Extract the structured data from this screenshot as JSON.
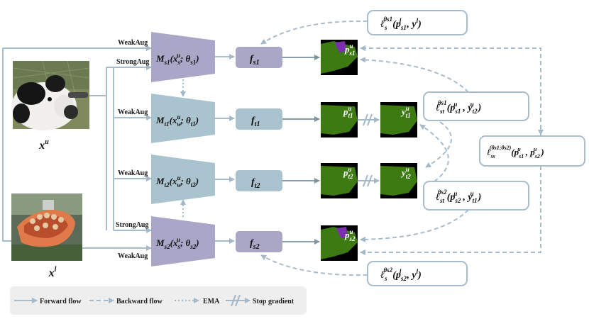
{
  "inputs": {
    "unlabeled_label": "x",
    "unlabeled_sup": "u",
    "labeled_label": "x",
    "labeled_sup": "l"
  },
  "augs": {
    "weak": "WeakAug",
    "strong": "StrongAug"
  },
  "models": {
    "ms1": {
      "main": "M",
      "sub": "s1",
      "args": "(x",
      "argsub": "s",
      "argsup": "u",
      "rest": "; θ",
      "thetasub": "s1",
      "close": ")"
    },
    "mt1": {
      "main": "M",
      "sub": "t1",
      "args": "(x",
      "argsub": "w",
      "argsup": "u",
      "rest": "; θ",
      "thetasub": "t1",
      "close": ")"
    },
    "mt2": {
      "main": "M",
      "sub": "t2",
      "args": "(x",
      "argsub": "w",
      "argsup": "u",
      "rest": "; θ",
      "thetasub": "t2",
      "close": ")"
    },
    "ms2": {
      "main": "M",
      "sub": "s2",
      "args": "(x",
      "argsub": "s",
      "argsup": "u",
      "rest": "; θ",
      "thetasub": "s2",
      "close": ")"
    }
  },
  "heads": {
    "fs1": {
      "main": "f",
      "sub": "s1"
    },
    "ft1": {
      "main": "f",
      "sub": "t1"
    },
    "ft2": {
      "main": "f",
      "sub": "t2"
    },
    "fs2": {
      "main": "f",
      "sub": "s2"
    }
  },
  "preds": {
    "ps1u": {
      "main": "p",
      "sup": "u",
      "sub": "s1"
    },
    "pt1u": {
      "main": "p",
      "sup": "u",
      "sub": "t1"
    },
    "yt1u": {
      "main": "y",
      "sup": "u",
      "sub": "t1"
    },
    "pt2u": {
      "main": "p",
      "sup": "u",
      "sub": "t2"
    },
    "yt2u": {
      "main": "y",
      "sup": "u",
      "sub": "t2"
    },
    "ps2u": {
      "main": "p",
      "sup": "u",
      "sub": "s2"
    }
  },
  "losses": {
    "ls1": {
      "l": "ℓ",
      "sub": "s",
      "sup": "θs1",
      "args": "(p",
      "a1sup": "l",
      "a1sub": "s1",
      "mid": ", y",
      "a2sup": "l",
      "a2sub": "",
      "close": ")"
    },
    "lst1": {
      "l": "ℓ",
      "sub": "st",
      "sup": "θs1",
      "args": "(p",
      "a1sup": "u",
      "a1sub": "s1",
      "mid": ", y",
      "a2sup": "u",
      "a2sub": "t2",
      "close": ")"
    },
    "lss": {
      "l": "ℓ",
      "sub": "ss",
      "sup": "(θs1;θs2)",
      "args": "(p",
      "a1sup": "u",
      "a1sub": "s1",
      "mid": ", p",
      "a2sup": "u",
      "a2sub": "s2",
      "close": ")"
    },
    "lst2": {
      "l": "ℓ",
      "sub": "st",
      "sup": "θs2",
      "args": "(p",
      "a1sup": "u",
      "a1sub": "s2",
      "mid": ", y",
      "a2sup": "u",
      "a2sub": "t1",
      "close": ")"
    },
    "ls2": {
      "l": "ℓ",
      "sub": "s",
      "sup": "θs2",
      "args": "(p",
      "a1sup": "l",
      "a1sub": "s2",
      "mid": ", y",
      "a2sup": "l",
      "a2sub": "",
      "close": ")"
    }
  },
  "legend": {
    "forward": "Forward flow",
    "backward": "Backward flow",
    "ema": "EMA",
    "stop": "Stop gradient"
  },
  "colors": {
    "trapezoid": "#a9a6c8",
    "teacher": "#a9c3cf",
    "head_student": "#aaa6c6",
    "head_teacher": "#a9c2cd",
    "line": "#a9bccb",
    "mask_green": "#3d7a12",
    "loss_border": "#a9bccb"
  }
}
